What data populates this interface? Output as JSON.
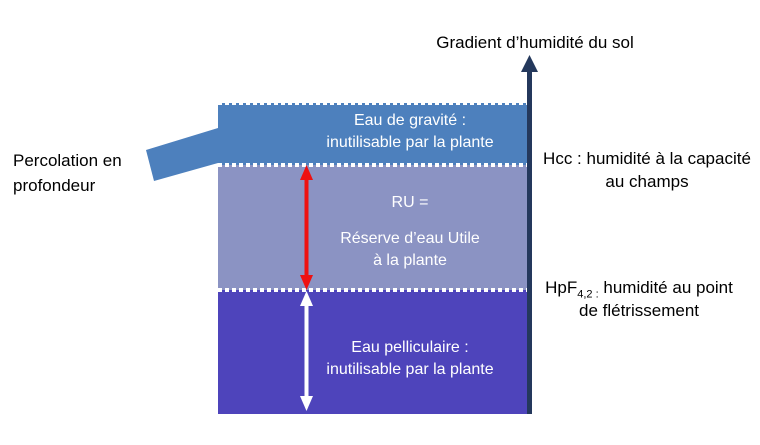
{
  "title": "Gradient d’humidité du sol",
  "axis": {
    "label": "Gradient d’humidité du sol",
    "direction": "up",
    "color": "#24385c"
  },
  "bands": [
    {
      "id": "eau-de-gravite",
      "color": "#4d80bd",
      "line1": "Eau de gravité :",
      "line2": "inutilisable par la plante"
    },
    {
      "id": "reserve-eau-utile",
      "color": "#8b93c3",
      "line1": "RU =",
      "line2": "Réserve d’eau Utile",
      "line3": "à la plante"
    },
    {
      "id": "eau-pelliculaire",
      "color": "#4e44bb",
      "line1": "Eau pelliculaire :",
      "line2": "inutilisable par la plante"
    }
  ],
  "annotations": {
    "percolation": {
      "line1": "Percolation en",
      "line2": "profondeur"
    },
    "hcc": {
      "line1": "Hcc : humidité à la capacité",
      "line2": "au champs"
    },
    "hpf": {
      "prefix": "HpF",
      "subscript": "4,2 :",
      "rest": " humidité au point",
      "line2": "de flétrissement"
    }
  },
  "arrows": {
    "ru_span_color": "#ee1111",
    "pellicular_span_color": "#ffffff",
    "percolation_color": "#4d80bd"
  },
  "boundary_style": "white-dotted"
}
